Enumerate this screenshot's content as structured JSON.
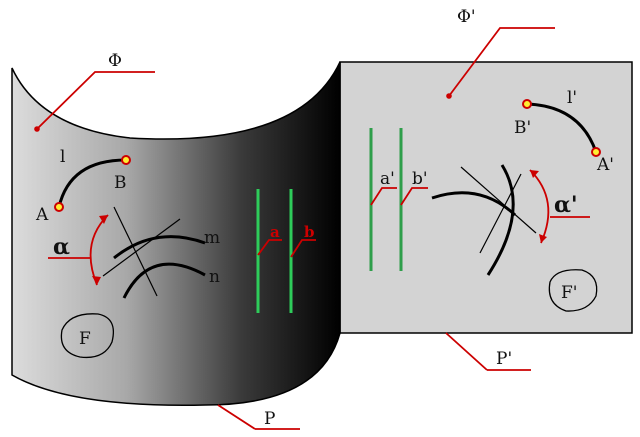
{
  "surface_label": "Φ",
  "plane_label": "Φ'",
  "curve_label": "l",
  "curve_label_prime": "l'",
  "point_a": "A",
  "point_b": "B",
  "point_a_prime": "A'",
  "point_b_prime": "B'",
  "line_a": "a",
  "line_b": "b",
  "line_a_prime": "a'",
  "line_b_prime": "b'",
  "curve_m": "m",
  "curve_n": "n",
  "angle": "α",
  "angle_prime": "α'",
  "figure": "F",
  "figure_prime": "F'",
  "projection_p": "P",
  "projection_p_prime": "P'",
  "colors": {
    "red": "#cc0000",
    "green": "#2ecc5a",
    "plane_gray": "#d3d3d3",
    "point_fill": "#ffee33"
  }
}
